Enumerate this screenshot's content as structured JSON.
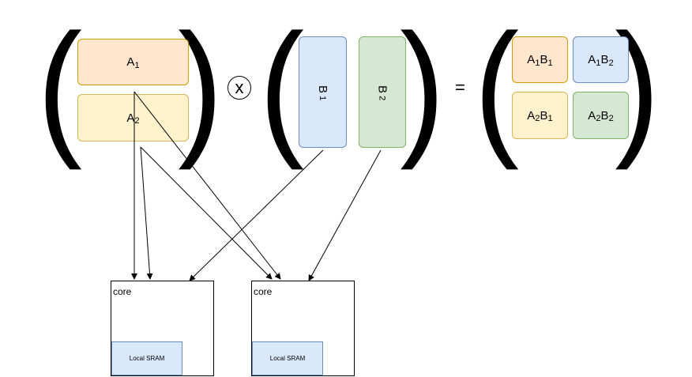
{
  "matrix_a": {
    "row1": "A1",
    "row2": "A2"
  },
  "operator": {
    "times": "x",
    "equals": "="
  },
  "matrix_b": {
    "col1": "B1",
    "col2": "B2"
  },
  "result": {
    "a1b1": "A1B1",
    "a1b2": "A1B2",
    "a2b1": "A2B1",
    "a2b2": "A2B2"
  },
  "cores": [
    {
      "label": "core",
      "sram": "Local SRAM"
    },
    {
      "label": "core",
      "sram": "Local SRAM"
    }
  ],
  "colors": {
    "orange_fill": "#ffe6cc",
    "orange_stroke": "#d79b00",
    "yellow_fill": "#fff2cc",
    "yellow_stroke": "#d6b656",
    "blue_fill": "#dae8fc",
    "blue_stroke": "#6c8ebf",
    "green_fill": "#d5e8d4",
    "green_stroke": "#82b366"
  }
}
